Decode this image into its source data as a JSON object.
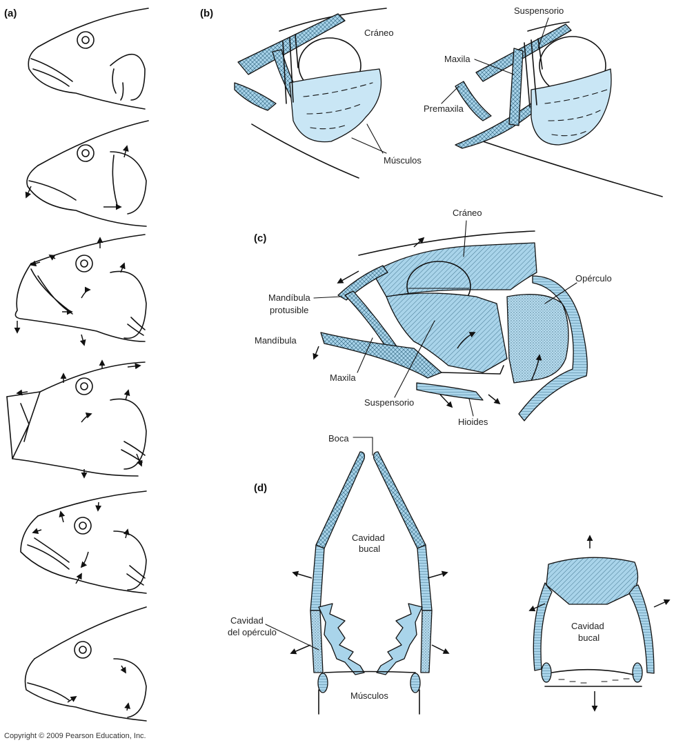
{
  "panels": {
    "a": "(a)",
    "b": "(b)",
    "c": "(c)",
    "d": "(d)"
  },
  "labels_b": {
    "craneo": "Cráneo",
    "musculos": "Músculos",
    "suspensorio": "Suspensorio",
    "maxila": "Maxila",
    "premaxila": "Premaxila"
  },
  "labels_c": {
    "craneo": "Cráneo",
    "operculo": "Opérculo",
    "mandibula_protusible_1": "Mandíbula",
    "mandibula_protusible_2": "protusible",
    "mandibula": "Mandíbula",
    "maxila": "Maxila",
    "suspensorio": "Suspensorio",
    "hioides": "Hioides"
  },
  "labels_d": {
    "boca": "Boca",
    "cavidad_bucal_1": "Cavidad",
    "cavidad_bucal_2": "bucal",
    "cavidad_operculo_1": "Cavidad",
    "cavidad_operculo_2": "del opérculo",
    "musculos": "Músculos",
    "cavidad_bucal_right_1": "Cavidad",
    "cavidad_bucal_right_2": "bucal"
  },
  "copyright": "Copyright © 2009 Pearson Education, Inc.",
  "colors": {
    "bone_fill": "#a9d4ea",
    "muscle_fill": "#c9e6f5",
    "outline": "#111111"
  }
}
